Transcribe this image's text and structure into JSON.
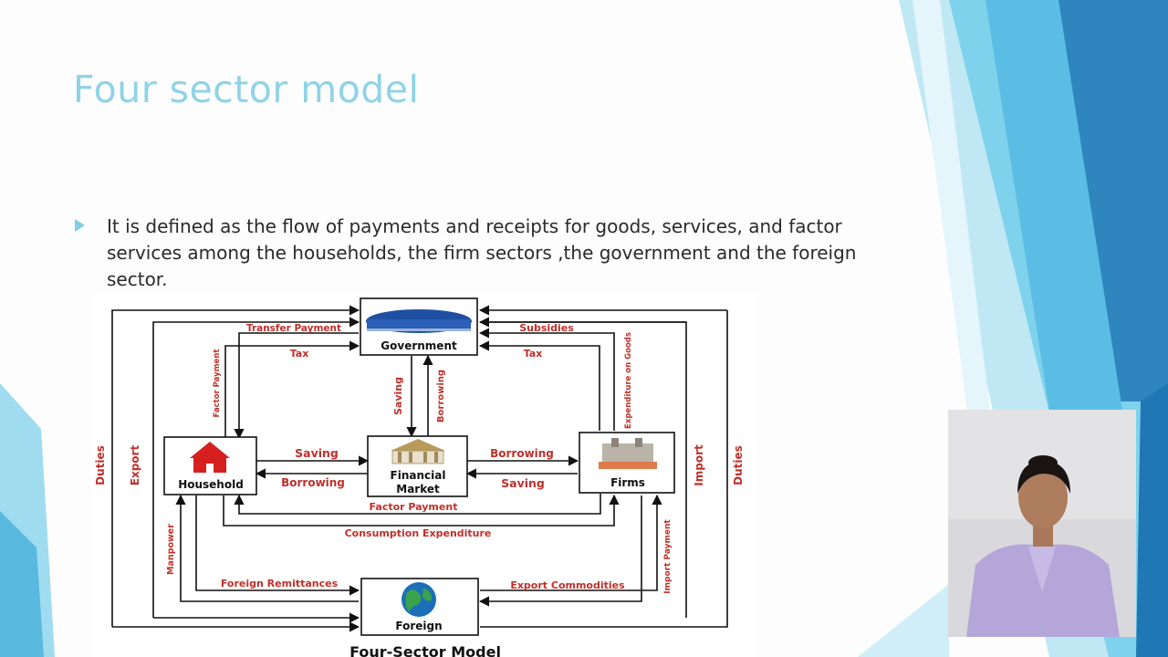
{
  "slide": {
    "title": "Four sector model",
    "bullet": "It is defined as the flow of payments and receipts for goods, services, and factor services among  the households, the firm sectors ,the government and the foreign sector."
  },
  "diagram": {
    "caption": "Four-Sector Model",
    "nodes": {
      "government": "Government",
      "household": "Household",
      "financial_market_line1": "Financial",
      "financial_market_line2": "Market",
      "firms": "Firms",
      "foreign": "Foreign"
    },
    "flows": {
      "transfer_payment": "Transfer Payment",
      "tax_left": "Tax",
      "subsidies": "Subsidies",
      "tax_right": "Tax",
      "factor_payment_vertical": "Factor Payment",
      "expenditure_on_goods": "Expenditure on Goods",
      "saving_vertical": "Saving",
      "borrowing_vertical": "Borrowing",
      "saving_left": "Saving",
      "borrowing_left": "Borrowing",
      "borrowing_right": "Borrowing",
      "saving_right": "Saving",
      "factor_payment": "Factor Payment",
      "consumption_expenditure": "Consumption Expenditure",
      "foreign_remittances": "Foreign Remittances",
      "export_commodities": "Export Commodities",
      "manpower": "Manpower",
      "import_payment": "Import Payment",
      "duties_left": "Duties",
      "export": "Export",
      "import": "Import",
      "duties_right": "Duties"
    }
  },
  "colors": {
    "title": "#8fd3e6",
    "flow_label": "#c0302a",
    "accent_blue_dark": "#2a7fb8",
    "accent_blue_light": "#8ed8ee"
  }
}
